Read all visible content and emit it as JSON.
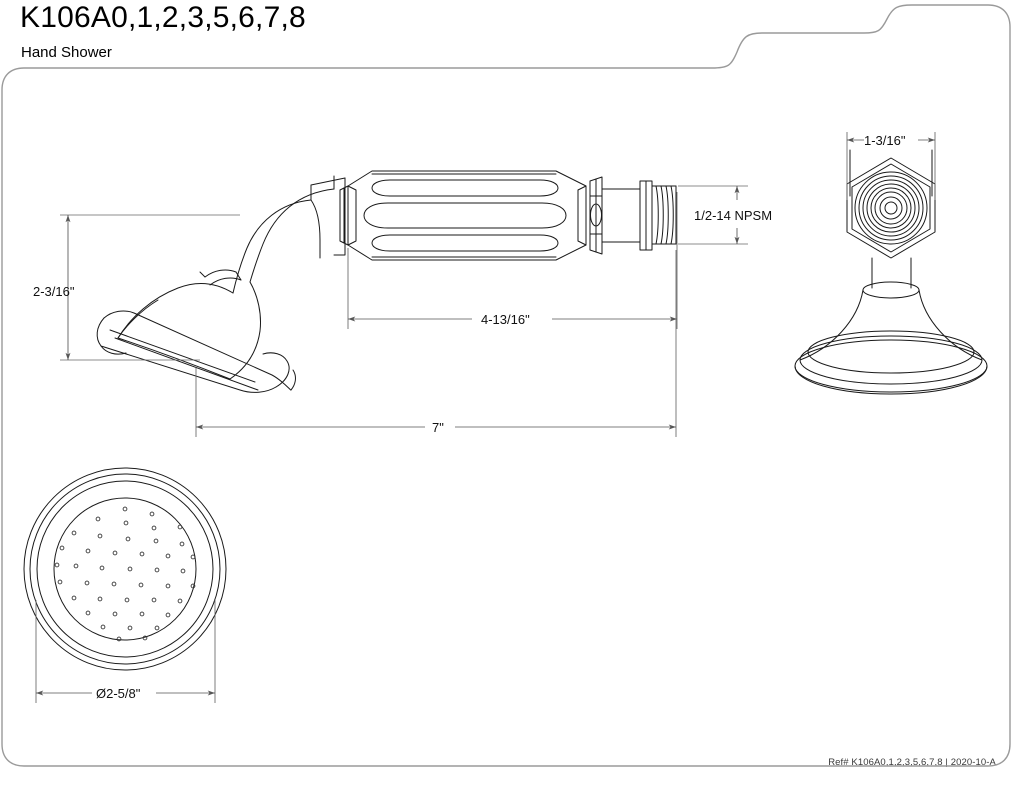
{
  "header": {
    "title": "K106A0,1,2,3,5,6,7,8",
    "subtitle": "Hand Shower"
  },
  "footer": {
    "ref": "Ref# K106A0,1,2,3,5,6,7,8 | 2020-10-A"
  },
  "drawing": {
    "type": "technical-dimension-drawing",
    "product": "Hand Shower",
    "views": [
      {
        "name": "side-elevation-hand-shower",
        "description": "Hand shower side view with bell spray head, curved gooseneck arm, fluted tapered handle, hex nut and threaded inlet"
      },
      {
        "name": "wall-supply-elbow",
        "description": "Wall supply elbow with hex nut, stem and domed escutcheon flange"
      },
      {
        "name": "spray-face-view",
        "description": "Front face view of spray head showing concentric rings and spray hole pattern"
      }
    ]
  },
  "dimensions": {
    "head_height": "2-3/16\"",
    "body_length": "4-13/16\"",
    "overall_length": "7\"",
    "thread": "1/2-14 NPSM",
    "elbow_width": "1-3/16\"",
    "face_diameter": "Ø2-5/8\""
  },
  "colors": {
    "line": "#1a1a1a",
    "dimension": "#555555",
    "border": "#9a9a9a",
    "text": "#000000",
    "footer_text": "#3a3a3a"
  }
}
